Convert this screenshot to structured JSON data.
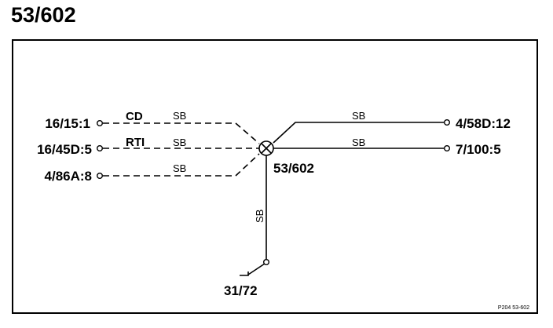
{
  "title": "53/602",
  "connectors": {
    "left_1": "16/15:1",
    "left_2": "16/45D:5",
    "left_3": "4/86A:8",
    "right_1": "4/58D:12",
    "right_2": "7/100:5",
    "ground": "31/72"
  },
  "splice": "53/602",
  "wire_labels": {
    "cd": "CD",
    "rti": "RTI",
    "sb": "SB"
  },
  "ref_code": "P204  53-602",
  "colors": {
    "line": "#000000",
    "background": "#ffffff"
  }
}
